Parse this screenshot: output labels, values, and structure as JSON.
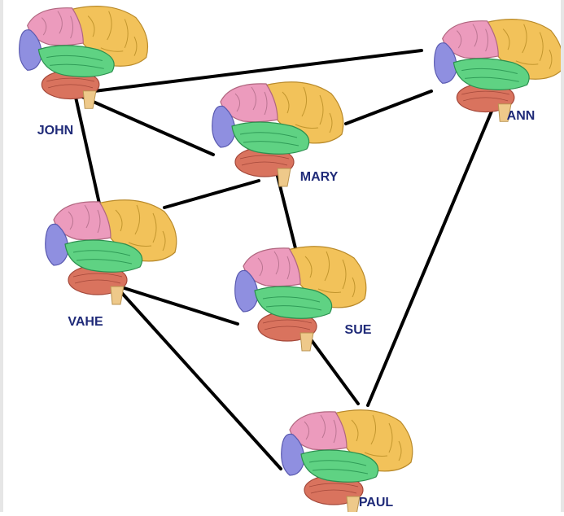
{
  "nodes": [
    {
      "id": "john",
      "label": "JOHN"
    },
    {
      "id": "ann",
      "label": "ANN"
    },
    {
      "id": "mary",
      "label": "MARY"
    },
    {
      "id": "vahe",
      "label": "VAHE"
    },
    {
      "id": "sue",
      "label": "SUE"
    },
    {
      "id": "paul",
      "label": "PAUL"
    }
  ],
  "edges": [
    {
      "from": "john",
      "to": "ann"
    },
    {
      "from": "john",
      "to": "mary"
    },
    {
      "from": "john",
      "to": "vahe"
    },
    {
      "from": "mary",
      "to": "ann"
    },
    {
      "from": "mary",
      "to": "vahe"
    },
    {
      "from": "mary",
      "to": "sue"
    },
    {
      "from": "ann",
      "to": "paul"
    },
    {
      "from": "vahe",
      "to": "sue"
    },
    {
      "from": "vahe",
      "to": "paul"
    },
    {
      "from": "sue",
      "to": "paul"
    }
  ],
  "colors": {
    "frontal_lobe": "#f2c25a",
    "parietal_lobe": "#ec9bbd",
    "temporal_lobe": "#5fd283",
    "occipital_lobe": "#8f8fe0",
    "cerebellum": "#d9735e",
    "brainstem": "#eec98a",
    "edge": "#000000",
    "label": "#1f2a78"
  }
}
